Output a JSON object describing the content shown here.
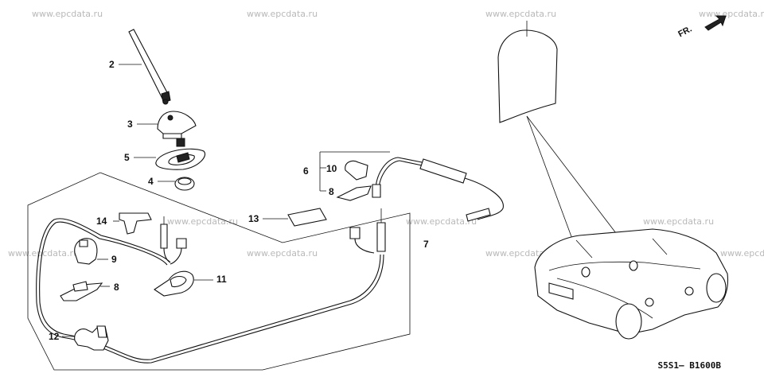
{
  "watermark": "www.epcdata.ru",
  "diagram_code": "S5S1— B1600B",
  "front_label": "FR.",
  "callouts": {
    "c2": "2",
    "c3": "3",
    "c5": "5",
    "c4": "4",
    "c6": "6",
    "c10": "10",
    "c8a": "8",
    "c13": "13",
    "c14": "14",
    "c9": "9",
    "c8b": "8",
    "c11": "11",
    "c12": "12",
    "c7": "7"
  }
}
